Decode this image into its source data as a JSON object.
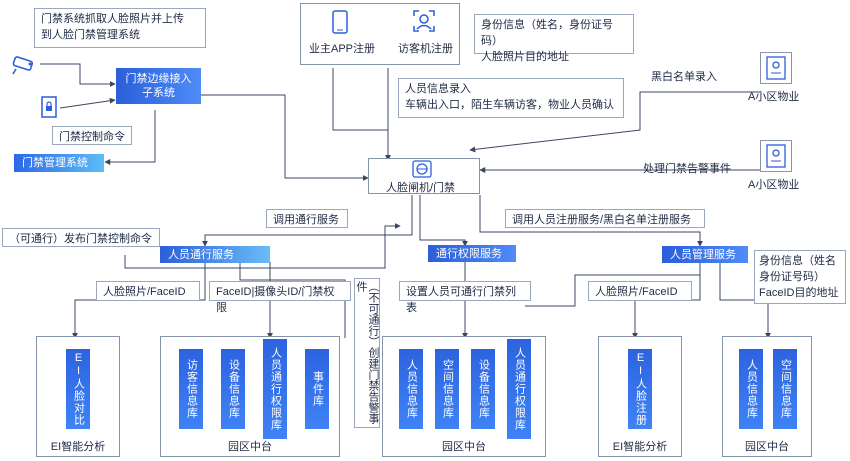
{
  "top_left_note": [
    "门禁系统抓取人脸照片并上传",
    "到人脸门禁管理系统"
  ],
  "edge_subsystem": [
    "门禁边缘接入",
    "子系统"
  ],
  "access_control_cmd": "门禁控制命令",
  "access_mgmt_system": "门禁管理系统",
  "owner_app_register": "业主APP注册",
  "visitor_machine_register": "访客机注册",
  "identity_note": [
    "身份信息（姓名，身份证号码）",
    "人脸照片目的地址"
  ],
  "personnel_entry_note": [
    "人员信息录入",
    "车辆出入口，陌生车辆访客，物业人员确认"
  ],
  "blacklist_entry": "黑白名单录入",
  "property_a1": "A小区物业",
  "alarm_handling": "处理门禁告警事件",
  "property_a2": "A小区物业",
  "face_gate": "人脸闸机/门禁",
  "call_pass_service": "调用通行服务",
  "call_register_service": "调用人员注册服务/黑白名单注册服务",
  "pass_cmd_note": "（可通行）发布门禁控制命令",
  "svc_person_pass": "人员通行服务",
  "svc_pass_permission": "通行权限服务",
  "svc_person_mgmt": "人员管理服务",
  "identity_note2": [
    "身份信息（姓名",
    "身份证号码）",
    "FaceID目的地址"
  ],
  "face_photo_faceid_1": "人脸照片/FaceID",
  "faceid_camera_note": "FaceID|摄像头ID/门禁权限",
  "alarm_event_vertical": "（不可通行）创建门禁告警事件",
  "set_pass_list": "设置人员可通行门禁列表",
  "face_photo_faceid_2": "人脸照片/FaceID",
  "group1": {
    "caption": "EI智能分析",
    "bars": [
      "EI人脸对比"
    ]
  },
  "group2": {
    "caption": "园区中台",
    "bars": [
      "访客信息库",
      "设备信息库",
      "人员通行权限库",
      "事件库"
    ]
  },
  "group3": {
    "caption": "园区中台",
    "bars": [
      "人员信息库",
      "空间信息库",
      "设备信息库",
      "人员通行权限库"
    ]
  },
  "group4": {
    "caption": "EI智能分析",
    "bars": [
      "EI人脸注册"
    ]
  },
  "group5": {
    "caption": "园区中台",
    "bars": [
      "人员信息库",
      "空间信息库"
    ]
  },
  "colors": {
    "blue_dark": "#2b5fd9",
    "blue_light": "#5aa8f5",
    "line": "#3b4760"
  },
  "icons": [
    "camera-icon",
    "door-lock-icon",
    "phone-app-icon",
    "face-scan-icon",
    "id-card-icon",
    "face-gate-icon"
  ]
}
